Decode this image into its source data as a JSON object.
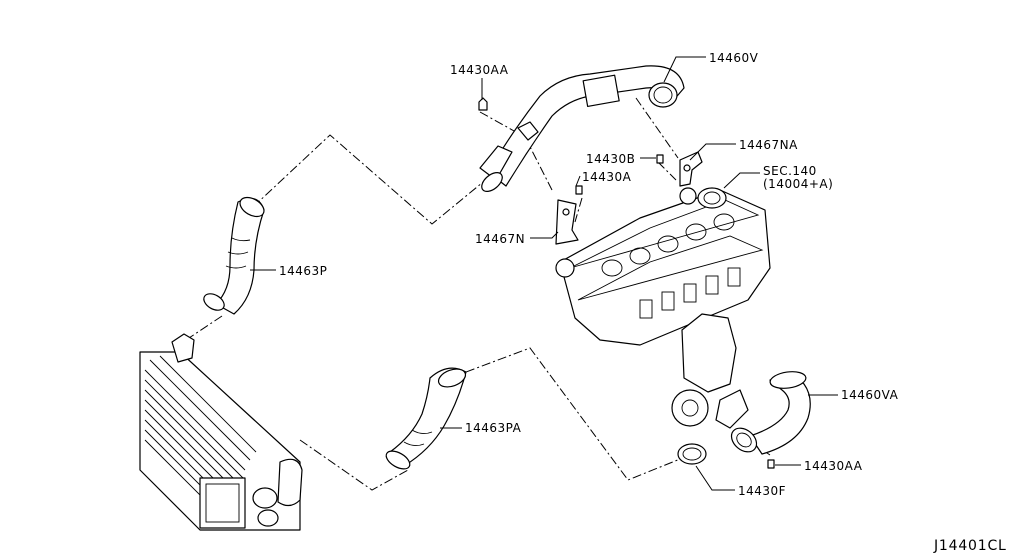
{
  "labels": {
    "p14430AA_top": "14430AA",
    "p14460V": "14460V",
    "p14467NA": "14467NA",
    "p14430B": "14430B",
    "sec140_line1": "SEC.140",
    "sec140_line2": "(14004+A)",
    "p14430A": "14430A",
    "p14467N": "14467N",
    "p14463P": "14463P",
    "p14460VA": "14460VA",
    "p14463PA": "14463PA",
    "p14430AA_bottom": "14430AA",
    "p14430F": "14430F"
  },
  "diagram_ref": "J14401CL"
}
